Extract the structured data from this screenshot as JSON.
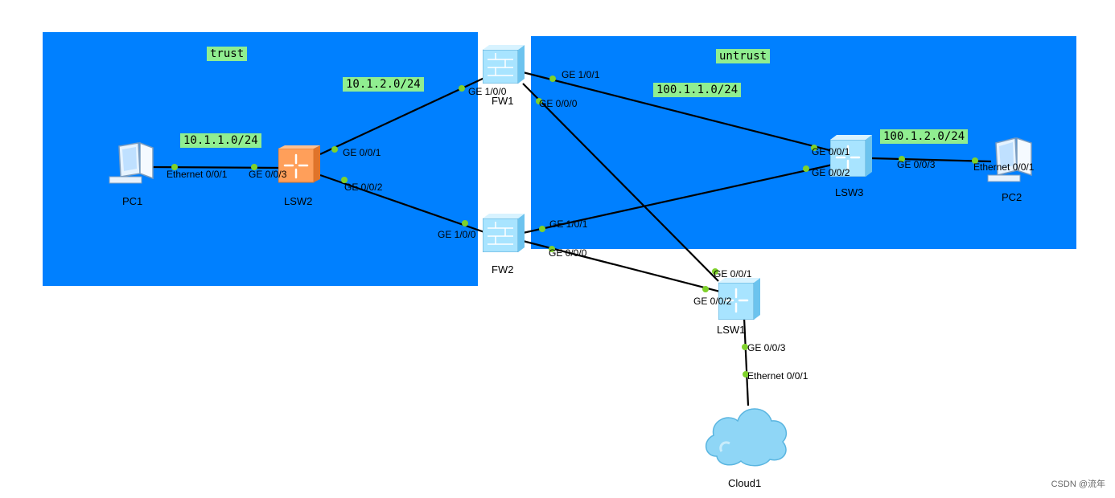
{
  "zones": {
    "trust": "trust",
    "untrust": "untrust"
  },
  "subnets": {
    "s1": "10.1.2.0/24",
    "s2": "10.1.1.0/24",
    "s3": "100.1.1.0/24",
    "s4": "100.1.2.0/24"
  },
  "devices": {
    "pc1": "PC1",
    "lsw2": "LSW2",
    "fw1": "FW1",
    "fw2": "FW2",
    "lsw3": "LSW3",
    "pc2": "PC2",
    "lsw1": "LSW1",
    "cloud1": "Cloud1"
  },
  "ports": {
    "pc1_eth": "Ethernet 0/0/1",
    "lsw2_ge3": "GE 0/0/3",
    "lsw2_ge1": "GE 0/0/1",
    "lsw2_ge2": "GE 0/0/2",
    "fw1_ge100": "GE 1/0/0",
    "fw1_ge101": "GE 1/0/1",
    "fw1_ge000": "GE 0/0/0",
    "fw2_ge100": "GE 1/0/0",
    "fw2_ge101": "GE 1/0/1",
    "fw2_ge000": "GE 0/0/0",
    "lsw3_ge1": "GE 0/0/1",
    "lsw3_ge2": "GE 0/0/2",
    "lsw3_ge3": "GE 0/0/3",
    "pc2_eth": "Ethernet 0/0/1",
    "lsw1_ge1": "GE 0/0/1",
    "lsw1_ge2": "GE 0/0/2",
    "lsw1_ge3": "GE 0/0/3",
    "cloud_eth": "Ethernet 0/0/1"
  },
  "watermark": "CSDN @流年",
  "colors": {
    "zone": "#0080ff",
    "label_bg": "#90ee90",
    "port_dot": "#7fd12b",
    "link": "#000000"
  }
}
